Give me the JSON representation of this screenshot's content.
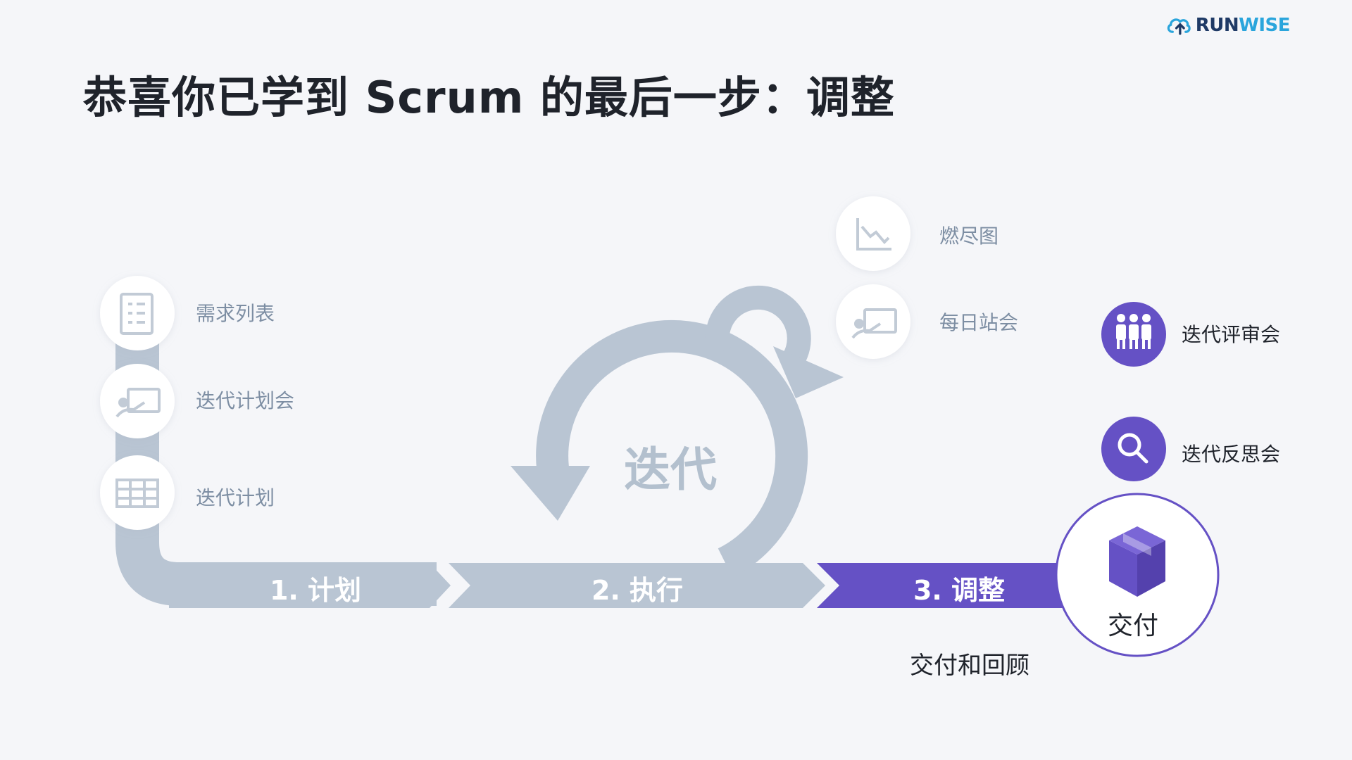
{
  "title": "恭喜你已学到 Scrum 的最后一步：调整",
  "logo": {
    "text": "RUNWISE",
    "icon": "cloud-icon",
    "color_dark": "#1f3a66",
    "color_light": "#2aa5dc"
  },
  "colors": {
    "gray": "#b9c5d3",
    "purple": "#6551c5",
    "icon_gray": "#c2cbd6",
    "text_gray": "#7d8ea3"
  },
  "left_items": [
    {
      "label": "需求列表",
      "icon": "list-document-icon"
    },
    {
      "label": "迭代计划会",
      "icon": "presentation-icon"
    },
    {
      "label": "迭代计划",
      "icon": "table-grid-icon"
    }
  ],
  "top_items": [
    {
      "label": "燃尽图",
      "icon": "burndown-chart-icon"
    },
    {
      "label": "每日站会",
      "icon": "presentation-icon"
    }
  ],
  "right_items": [
    {
      "label": "迭代评审会",
      "icon": "people-group-icon"
    },
    {
      "label": "迭代反思会",
      "icon": "magnifier-icon"
    }
  ],
  "cycle_label": "迭代",
  "steps": [
    "1. 计划",
    "2. 执行",
    "3. 调整"
  ],
  "deliver": {
    "label": "交付",
    "icon": "package-box-icon"
  },
  "deliver_caption": "交付和回顾"
}
